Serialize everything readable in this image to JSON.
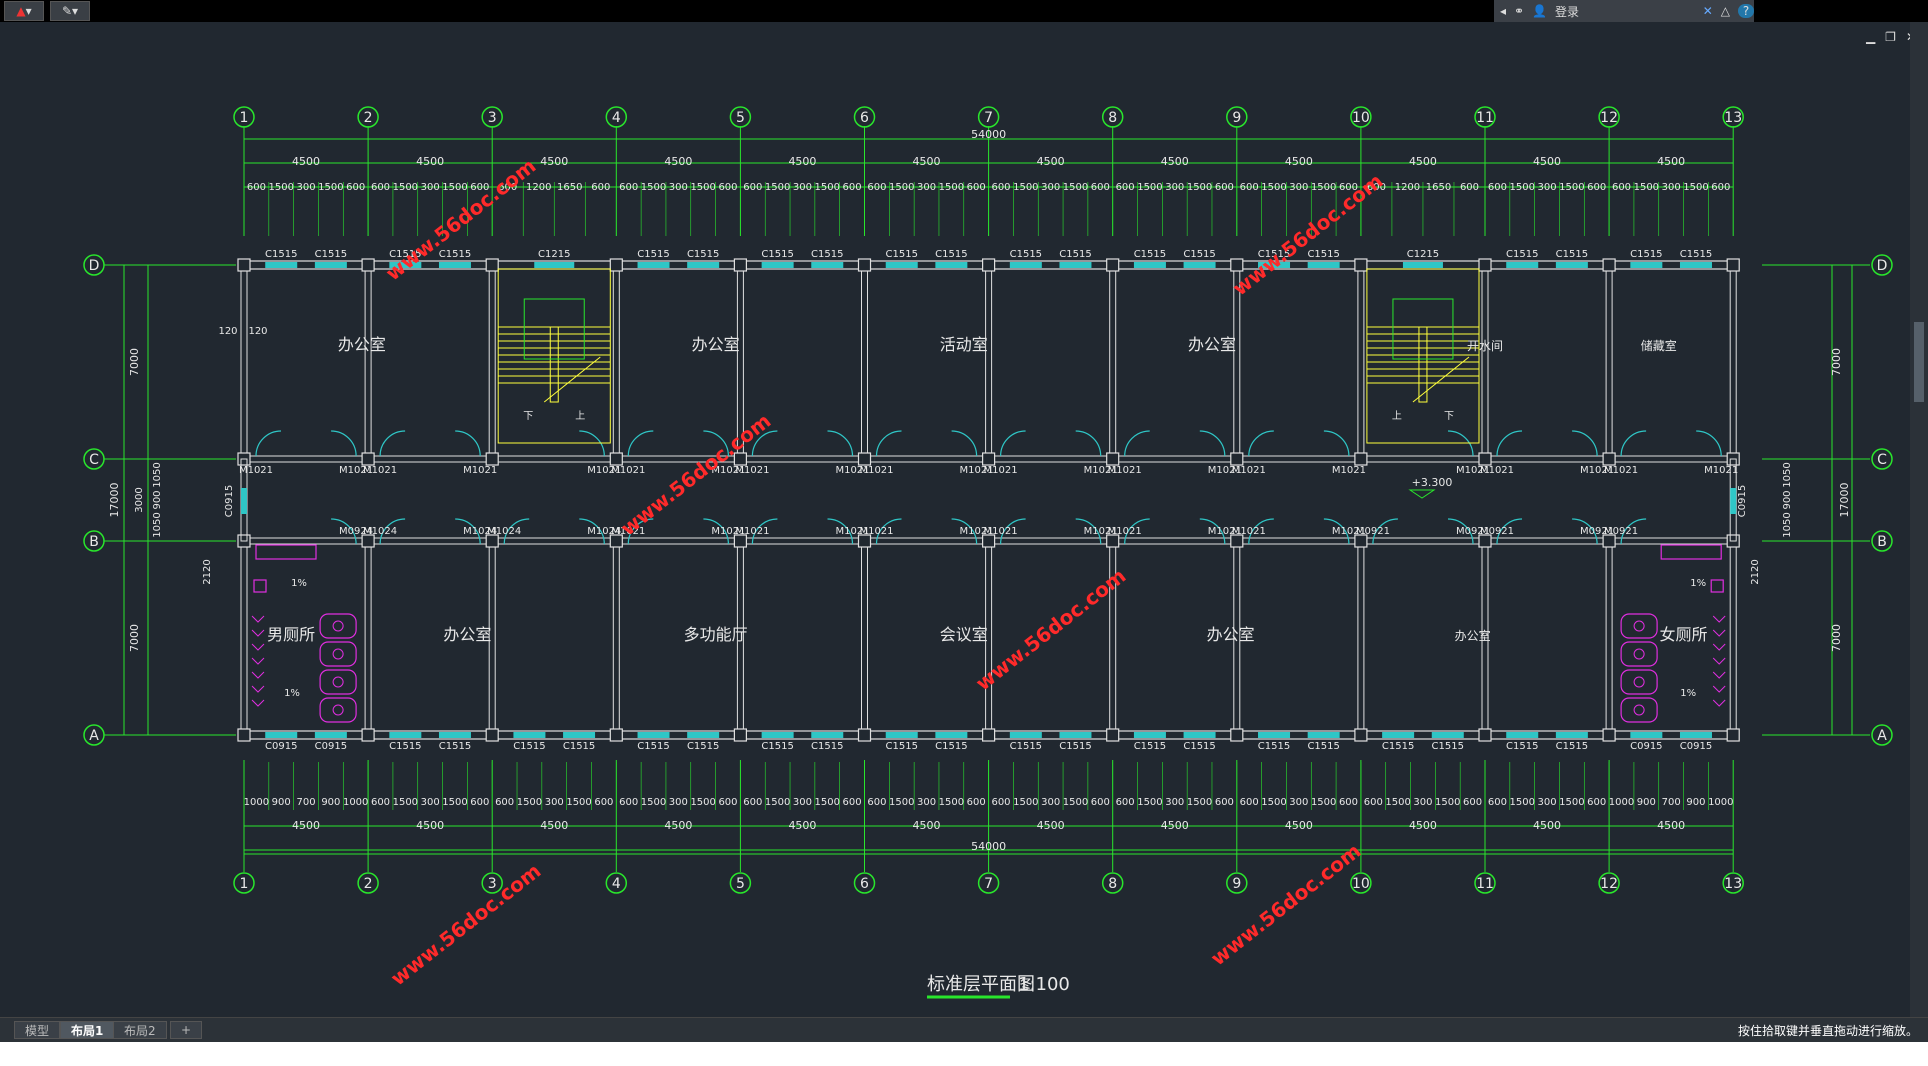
{
  "app": {
    "quick_access_label": "▾",
    "signin_label": "登录",
    "help_label": "?"
  },
  "drawing": {
    "title": "标准层平面图",
    "scale": "1:100",
    "columns": [
      "1",
      "2",
      "3",
      "4",
      "5",
      "6",
      "7",
      "8",
      "9",
      "10",
      "11",
      "12",
      "13"
    ],
    "rows": [
      "D",
      "C",
      "B",
      "A"
    ],
    "total_length": "54000",
    "bay": "4500",
    "elevation": "+3.300",
    "height_dims": {
      "top": "7000",
      "mid": "3000",
      "bottom": "7000",
      "total": "17000"
    },
    "corridor_dims": [
      "1050",
      "900",
      "1050"
    ],
    "corridor_stair": "2120",
    "north_rooms": [
      "办公室",
      "办公室",
      "活动室",
      "办公室",
      "开水间",
      "储藏室"
    ],
    "south_rooms": [
      "男厕所",
      "办公室",
      "多功能厅",
      "会议室",
      "办公室",
      "办公室",
      "女厕所"
    ],
    "window_label": "C1515",
    "window_stair": "C1215",
    "window_toilet": "C0915",
    "door_label": "M1021",
    "door_b": "M1024",
    "door_toilet": "M0924",
    "door_s": "M0921",
    "stair_down": "下",
    "stair_up": "上",
    "slope": "1%",
    "wall_thk": "120",
    "watermark": "www.56doc.com",
    "dims_top_row": [
      "600",
      "1500",
      "300",
      "1500",
      "600"
    ],
    "dims_bottom_row": [
      "1000",
      "900",
      "700",
      "900",
      "1000"
    ],
    "dims_stair": [
      "1200",
      "1650"
    ]
  },
  "tabs": [
    "模型",
    "布局1",
    "布局2",
    "+"
  ],
  "status_message": "按住拾取键并垂直拖动进行缩放。",
  "colors": {
    "wall": "#e0e0e0",
    "axis": "#29e62c",
    "window": "#2fc6c6",
    "text": "#e8e8e8",
    "stair": "#ffff3c",
    "fixture": "#e02ee0",
    "watermark": "#ff2a2a",
    "bg": "#212830"
  }
}
